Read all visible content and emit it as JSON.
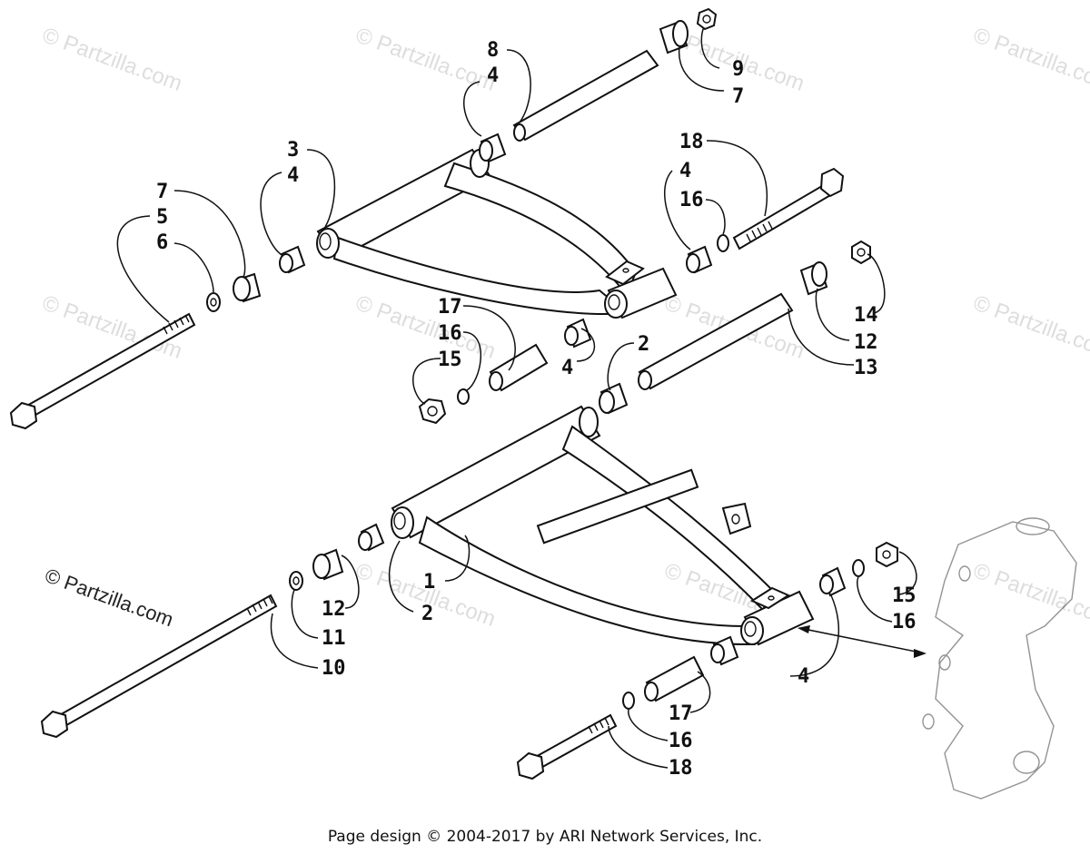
{
  "watermarks": {
    "text": "© Partzilla.com"
  },
  "callouts": [
    {
      "id": "c8a",
      "text": "8"
    },
    {
      "id": "c4a",
      "text": "4"
    },
    {
      "id": "c9a",
      "text": "9"
    },
    {
      "id": "c7a",
      "text": "7"
    },
    {
      "id": "c3a",
      "text": "3"
    },
    {
      "id": "c4b",
      "text": "4"
    },
    {
      "id": "c7b",
      "text": "7"
    },
    {
      "id": "c5a",
      "text": "5"
    },
    {
      "id": "c6a",
      "text": "6"
    },
    {
      "id": "c18a",
      "text": "18"
    },
    {
      "id": "c4c",
      "text": "4"
    },
    {
      "id": "c16a",
      "text": "16"
    },
    {
      "id": "c17a",
      "text": "17"
    },
    {
      "id": "c16b",
      "text": "16"
    },
    {
      "id": "c15a",
      "text": "15"
    },
    {
      "id": "c4d",
      "text": "4"
    },
    {
      "id": "c2a",
      "text": "2"
    },
    {
      "id": "c14a",
      "text": "14"
    },
    {
      "id": "c12a",
      "text": "12"
    },
    {
      "id": "c13a",
      "text": "13"
    },
    {
      "id": "c1a",
      "text": "1"
    },
    {
      "id": "c2b",
      "text": "2"
    },
    {
      "id": "c12b",
      "text": "12"
    },
    {
      "id": "c11a",
      "text": "11"
    },
    {
      "id": "c10a",
      "text": "10"
    },
    {
      "id": "c15b",
      "text": "15"
    },
    {
      "id": "c16c",
      "text": "16"
    },
    {
      "id": "c4e",
      "text": "4"
    },
    {
      "id": "c17b",
      "text": "17"
    },
    {
      "id": "c16d",
      "text": "16"
    },
    {
      "id": "c18b",
      "text": "18"
    }
  ],
  "footer": {
    "copyright": "Page design © 2004-2017 by ARI Network Services, Inc."
  }
}
